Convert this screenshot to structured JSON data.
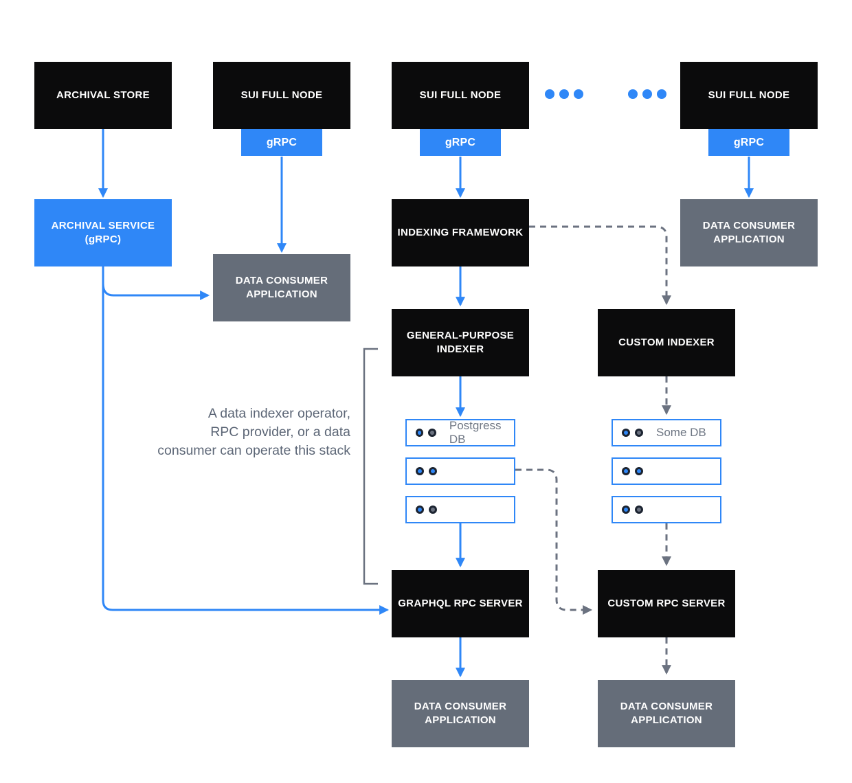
{
  "colors": {
    "accent_blue": "#2f87f7",
    "node_black": "#0b0b0c",
    "node_gray": "#656d79",
    "dashed_line_gray": "#6b7280",
    "note_text": "#5c6676",
    "db_border_blue": "#2f87f7",
    "dot_blue": "#2f87f7",
    "dot_gray": "#6b7280"
  },
  "labels": {
    "archival_store": "ARCHIVAL STORE",
    "sui_full_node": "SUI FULL NODE",
    "grpc": "gRPC",
    "archival_service": "ARCHIVAL SERVICE\n(gRPC)",
    "data_consumer": "DATA CONSUMER\nAPPLICATION",
    "indexing_framework": "INDEXING FRAMEWORK",
    "general_purpose_indexer": "GENERAL-PURPOSE\nINDEXER",
    "custom_indexer": "CUSTOM INDEXER",
    "graphql_rpc_server": "GRAPHQL RPC SERVER",
    "custom_rpc_server": "CUSTOM RPC SERVER"
  },
  "note": "A data indexer operator,\nRPC provider, or a data\nconsumer can operate this stack",
  "stacks": {
    "left": {
      "rows": [
        {
          "dots": [
            "blue",
            "gray"
          ],
          "label": "Postgress DB"
        },
        {
          "dots": [
            "blue",
            "blue"
          ],
          "label": ""
        },
        {
          "dots": [
            "blue",
            "gray"
          ],
          "label": ""
        }
      ]
    },
    "right": {
      "rows": [
        {
          "dots": [
            "blue",
            "gray"
          ],
          "label": "Some DB"
        },
        {
          "dots": [
            "blue",
            "blue"
          ],
          "label": ""
        },
        {
          "dots": [
            "blue",
            "gray"
          ],
          "label": ""
        }
      ]
    }
  }
}
